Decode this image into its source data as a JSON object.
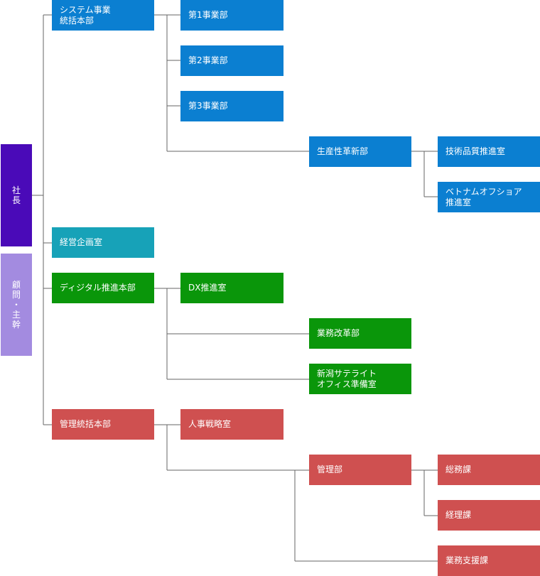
{
  "colors": {
    "ceo": "#4a0ab8",
    "advisor": "#a38be0",
    "system_division": "#0b7fd1",
    "planning": "#17a2b8",
    "digital_division": "#0a960a",
    "admin_division": "#cf5050",
    "connector": "#666666"
  },
  "ceo": {
    "char1": "社",
    "char2": "長"
  },
  "advisor": {
    "char1": "顧",
    "char2": "問",
    "sep": "・",
    "char3": "主",
    "char4": "幹"
  },
  "system_division": {
    "line1": "システム事業",
    "line2": "統括本部",
    "dept1": "第1事業部",
    "dept2": "第2事業部",
    "dept3": "第3事業部",
    "innovation": "生産性革新部",
    "quality": "技術品質推進室",
    "vietnam_line1": "ベトナムオフショア",
    "vietnam_line2": "推進室"
  },
  "planning": {
    "label": "経営企画室"
  },
  "digital_division": {
    "label": "ディジタル推進本部",
    "dx": "DX推進室",
    "reform": "業務改革部",
    "niigata_line1": "新潟サテライト",
    "niigata_line2": "オフィス準備室"
  },
  "admin_division": {
    "label": "管理統括本部",
    "hr": "人事戦略室",
    "management": "管理部",
    "general_affairs": "総務課",
    "accounting": "経理課",
    "support": "業務支援課"
  }
}
